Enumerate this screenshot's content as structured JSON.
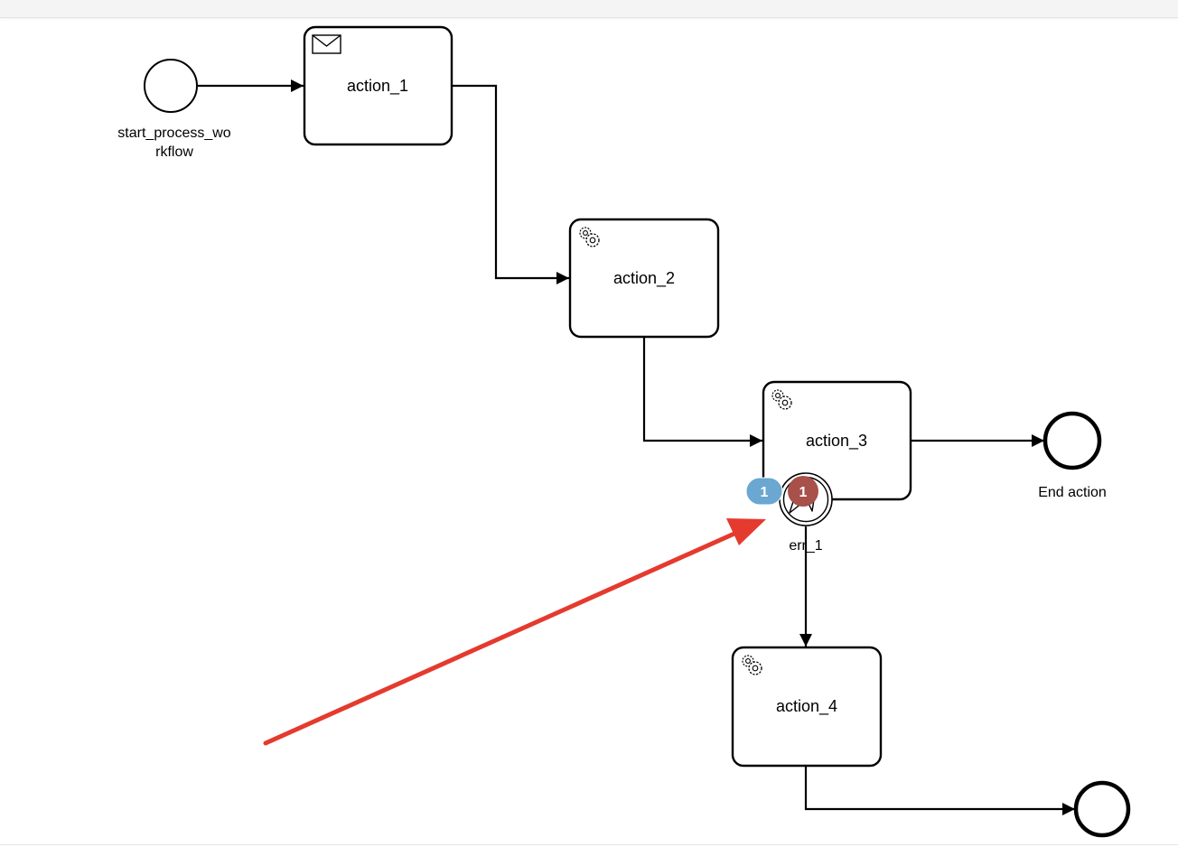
{
  "diagram": {
    "start_event": {
      "label_line1": "start_process_wo",
      "label_line2": "rkflow"
    },
    "tasks": {
      "action_1": {
        "label": "action_1",
        "icon": "envelope-icon"
      },
      "action_2": {
        "label": "action_2",
        "icon": "gear-icon"
      },
      "action_3": {
        "label": "action_3",
        "icon": "gear-icon"
      },
      "action_4": {
        "label": "action_4",
        "icon": "gear-icon"
      }
    },
    "end_event": {
      "label": "End action"
    },
    "boundary_event": {
      "label": "err_1",
      "icon": "error-icon"
    },
    "badges": {
      "task_count": "1",
      "error_count": "1"
    }
  },
  "colors": {
    "task_badge": "#6aa7d1",
    "error_badge": "#a8504a",
    "annotation_arrow": "#e53a2e",
    "stroke": "#000000"
  }
}
